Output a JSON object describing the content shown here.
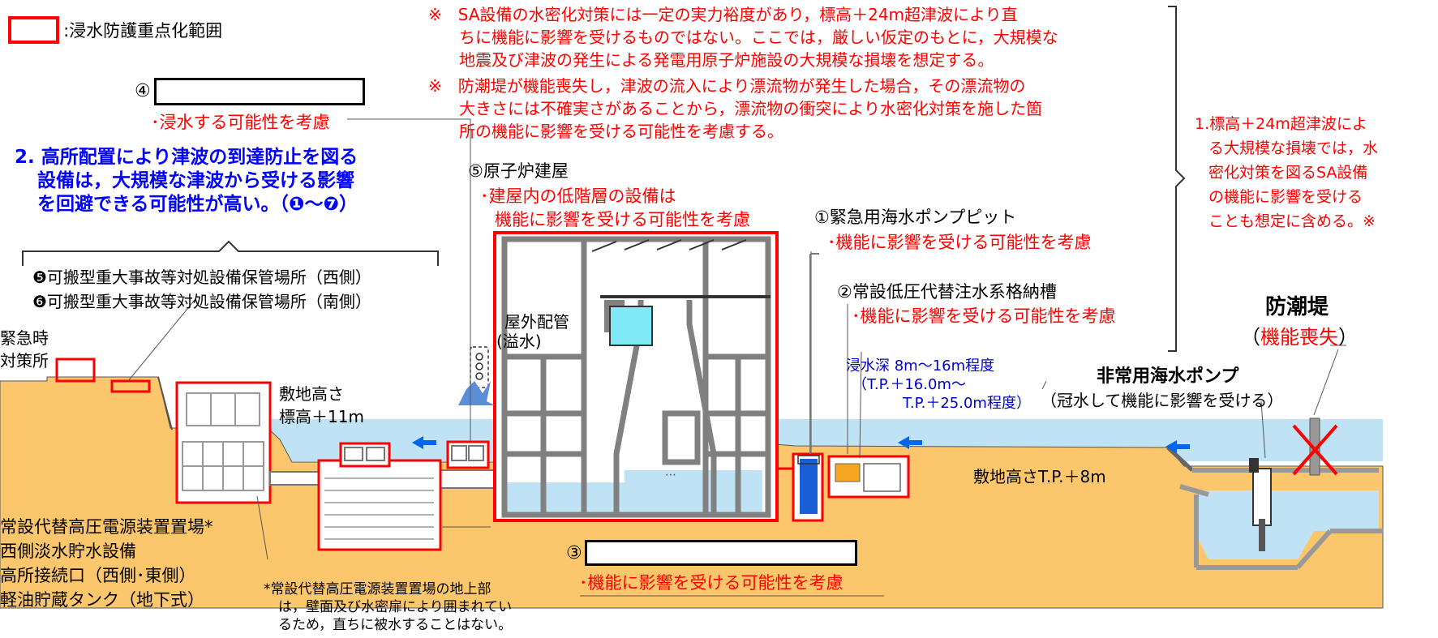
{
  "legend": {
    "text": ":浸水防護重点化範囲",
    "color": "#ff0000"
  },
  "notes": {
    "note1": [
      "※　SA設備の水密化対策には一定の実力裕度があり，標高＋24m超津波により直",
      "ちに機能に影響を受けるものではない。ここでは，厳しい仮定のもとに，大規模な",
      "地震及び津波の発生による発電用原子炉施設の大規模な損壊を想定する。"
    ],
    "note2": [
      "※　防潮堤が機能喪失し，津波の流入により漂流物が発生した場合，その漂流物の",
      "大きさには不確実さがあることから，漂流物の衝突により水密化対策を施した箇",
      "所の機能に影響を受ける可能性を考慮する。"
    ],
    "right_note": [
      "1.標高＋24m超津波によ",
      "る大規模な損壊では，水",
      "密化対策を図るSA設備",
      "の機能に影響を受ける",
      "ことも想定に含める。※"
    ]
  },
  "item4": {
    "num": "④",
    "consider": "･浸水する可能性を考慮"
  },
  "point2": [
    "2. 高所配置により津波の到達防止を図る",
    "設備は，大規模な津波から受ける影響",
    "を回避できる可能性が高い。（❶～❼）"
  ],
  "storage": [
    "❺可搬型重大事故等対処設備保管場所（西側）",
    "❻可搬型重大事故等対処設備保管場所（南側）"
  ],
  "emergency": [
    "緊急時",
    "対策所"
  ],
  "reactor": {
    "title": "⑤原子炉建屋",
    "line1": "･建屋内の低階層の設備は",
    "line2": "機能に影響を受ける可能性を考慮"
  },
  "pump_pit": {
    "title": "①緊急用海水ポンプピット",
    "consider": "･機能に影響を受ける可能性を考慮"
  },
  "tank": {
    "title": "②常設低圧代替注水系格納槽",
    "consider": "･機能に影響を受ける可能性を考慮"
  },
  "seawall": {
    "title": "防潮堤",
    "open": "（",
    "status": "機能喪失",
    "close": "）"
  },
  "piping": [
    "屋外配管",
    "(溢水)"
  ],
  "site_height_left": [
    "敷地高さ",
    "標高＋11m"
  ],
  "flood_depth": [
    "浸水深 8m～16m程度",
    "（T.P.＋16.0m～",
    "T.P.＋25.0m程度）"
  ],
  "emergency_pump": {
    "title": "非常用海水ポンプ",
    "sub": "（冠水して機能に影響を受ける）"
  },
  "site_height_right": "敷地高さT.P.＋8m",
  "bottom_left": [
    "常設代替高圧電源装置置場*",
    "西側淡水貯水設備",
    "高所接続口（西側･東側）",
    "軽油貯蔵タンク（地下式）"
  ],
  "footnote": [
    "*常設代替高圧電源装置置場の地上部",
    "は，壁面及び水密扉により囲まれてい",
    "るため，直ちに被水することはない。"
  ],
  "item3": {
    "num": "③",
    "consider": "･機能に影響を受ける可能性を考慮"
  },
  "colors": {
    "ground": "#fcc76c",
    "water": "#bfe3f5",
    "flood_red": "#ff0000",
    "structure_gray": "#808080",
    "arrow_blue": "#0066ee"
  }
}
